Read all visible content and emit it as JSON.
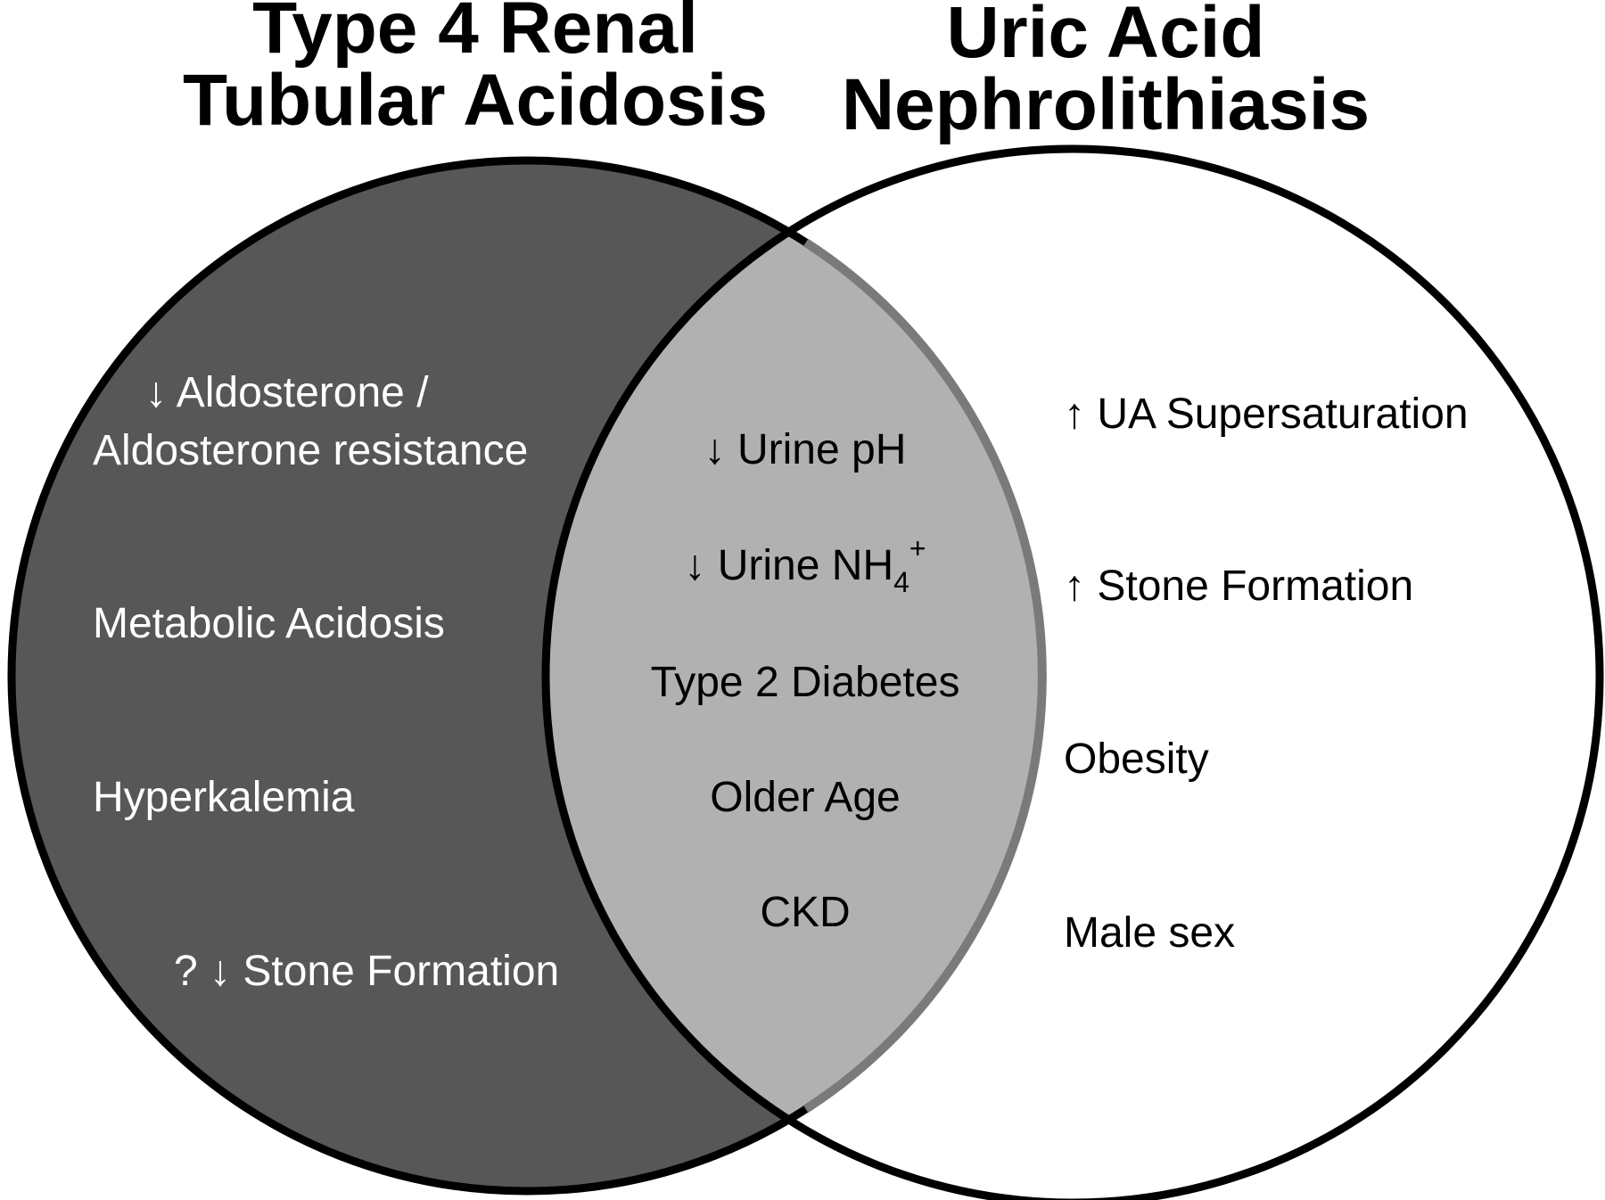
{
  "left_set": {
    "title_line1": "Type 4 Renal",
    "title_line2": "Tubular Acidosis",
    "items": [
      "↓ Aldosterone /",
      "Aldosterone resistance",
      "Metabolic Acidosis",
      "Hyperkalemia",
      "? ↓ Stone Formation"
    ],
    "fill_color": "#575757"
  },
  "right_set": {
    "title_line1": "Uric Acid",
    "title_line2": "Nephrolithiasis",
    "items": [
      "↑ UA Supersaturation",
      "↑ Stone Formation",
      "Obesity",
      "Male sex"
    ],
    "fill_color": "#ffffff"
  },
  "overlap": {
    "items": [
      "↓ Urine pH",
      "Type 2 Diabetes",
      "Older Age",
      "CKD"
    ],
    "nh4": {
      "prefix": "↓ Urine NH",
      "subscript": "4",
      "superscript": "+"
    },
    "fill_color": "#b1b1b1"
  }
}
